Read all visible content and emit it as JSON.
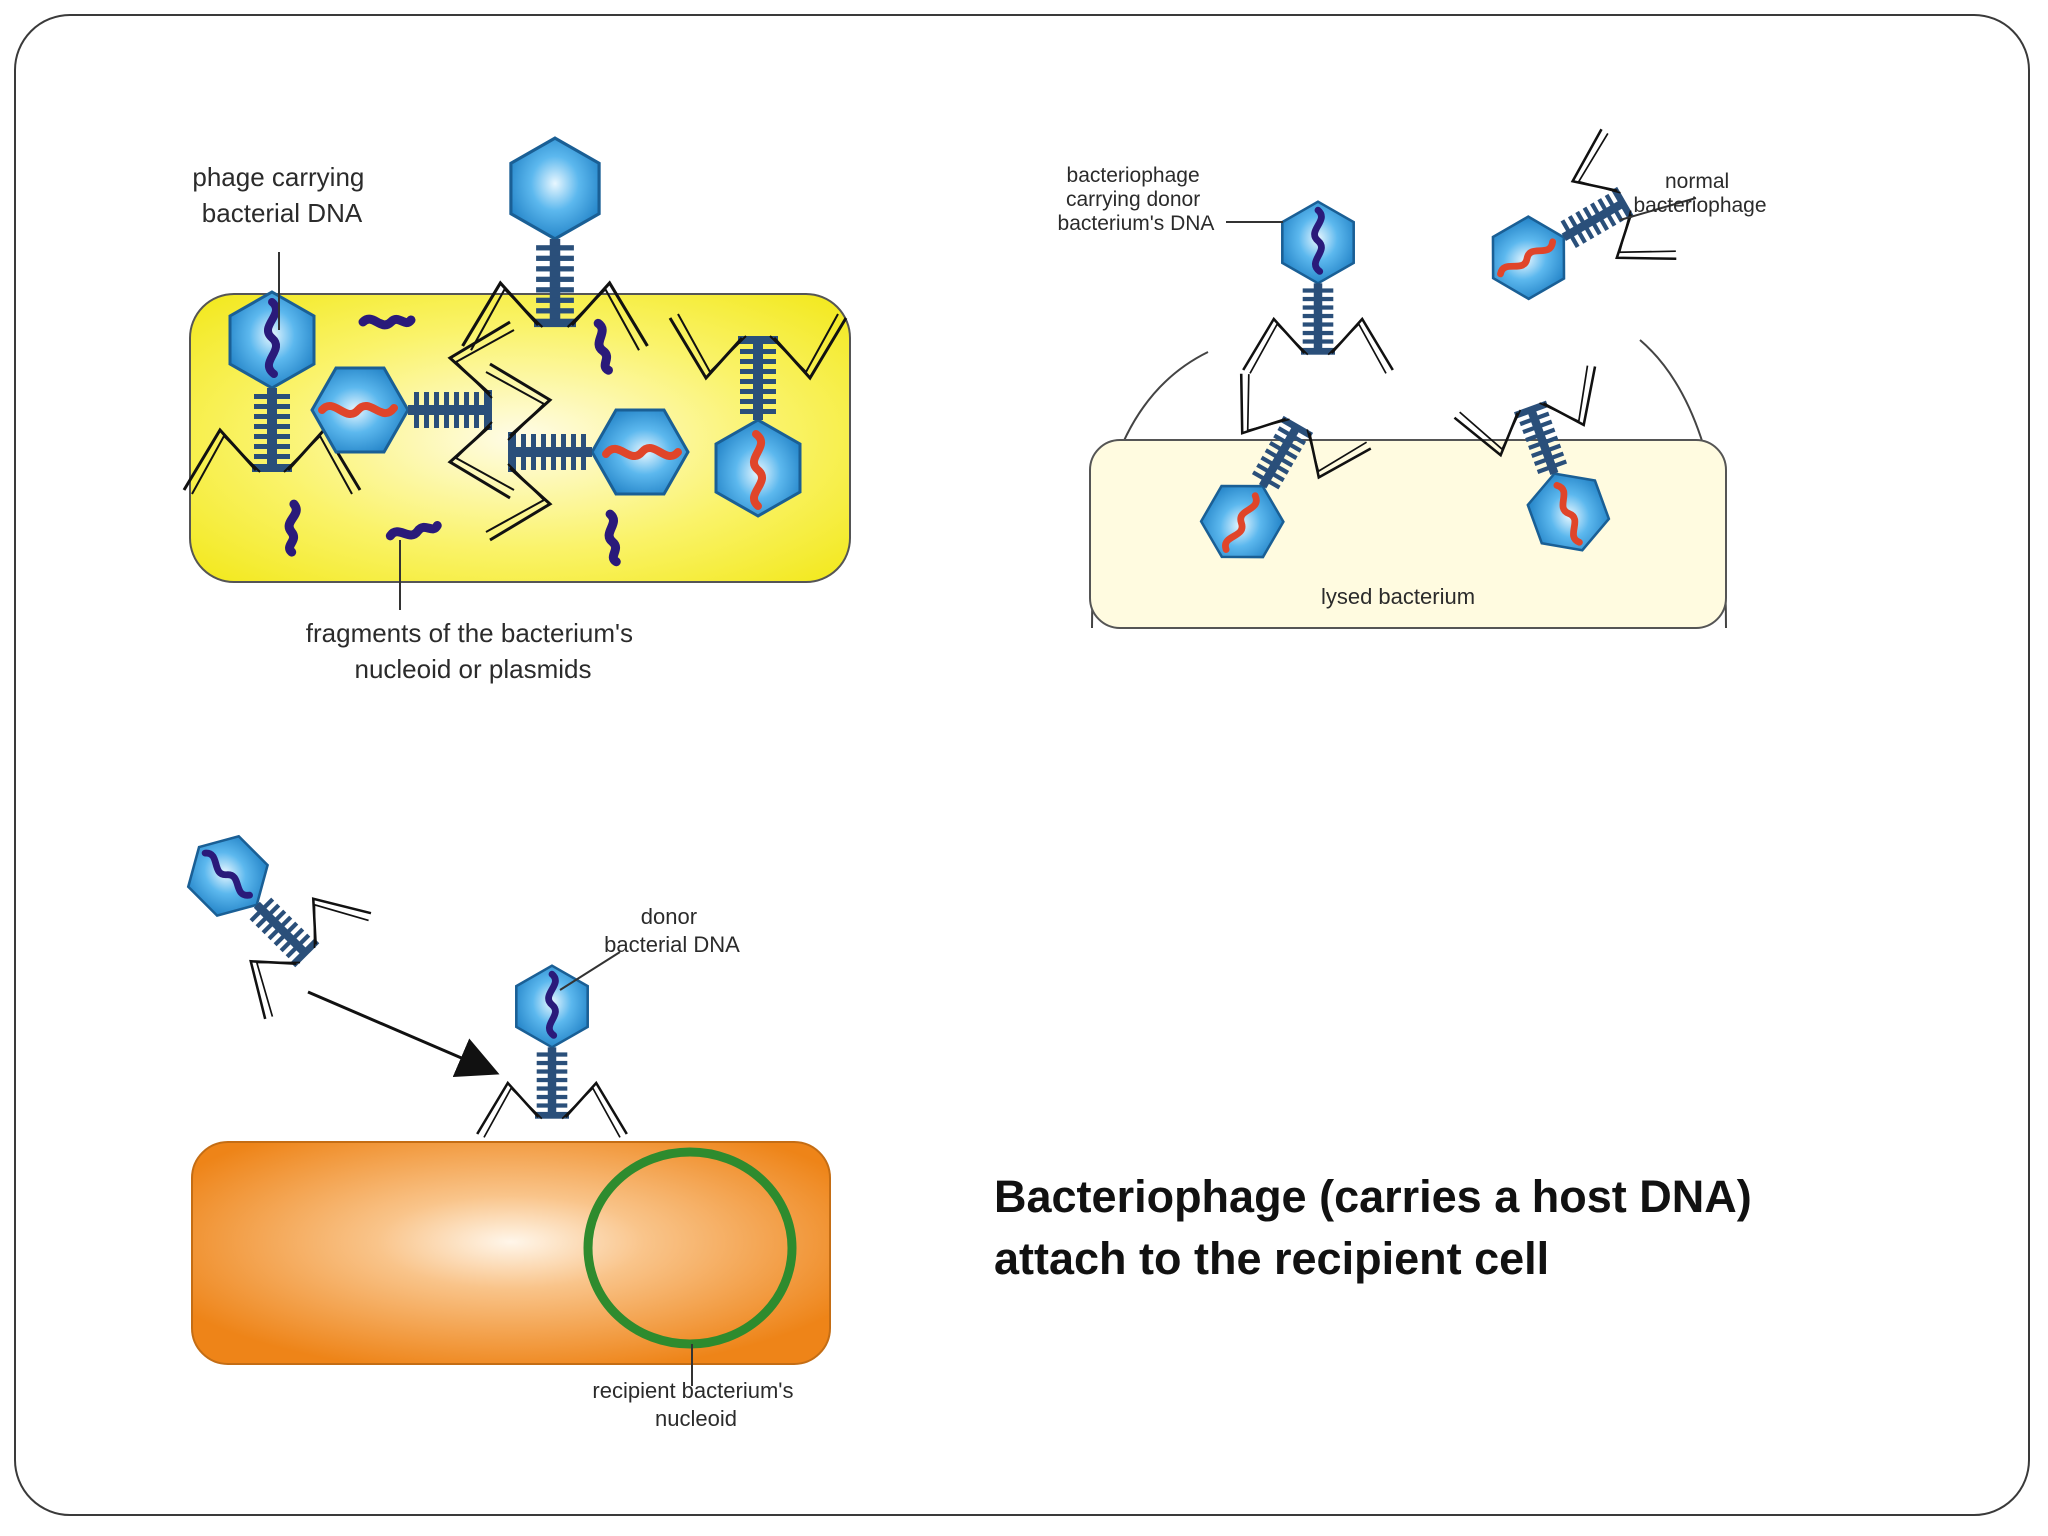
{
  "panel_a": {
    "label_phage": [
      "phage carrying",
      "bacterial DNA"
    ],
    "label_fragments": [
      "fragments of the bacterium's",
      "nucleoid or plasmids"
    ]
  },
  "panel_b": {
    "label_donor_phage": [
      "bacteriophage",
      "carrying donor",
      "bacterium's DNA"
    ],
    "label_normal_phage": [
      "normal",
      "bacteriophage"
    ],
    "label_lysed": "lysed bacterium"
  },
  "panel_c": {
    "label_donor_dna": [
      "donor",
      "bacterial DNA"
    ],
    "label_nucleoid": [
      "recipient bacterium's",
      "nucleoid"
    ]
  },
  "caption": {
    "line1": "Bacteriophage (carries a host DNA)",
    "line2": "attach to the recipient cell"
  },
  "colors": {
    "capsid": "#3fa2e0",
    "bacterial_dna": "#2a1a7a",
    "phage_dna": "#e0452a",
    "bacterium_a": "#f5ef1a",
    "bacterium_b": "#fffbe0",
    "bacterium_c": "#f08a1c",
    "nucleoid_ring": "#2e8b2e"
  }
}
